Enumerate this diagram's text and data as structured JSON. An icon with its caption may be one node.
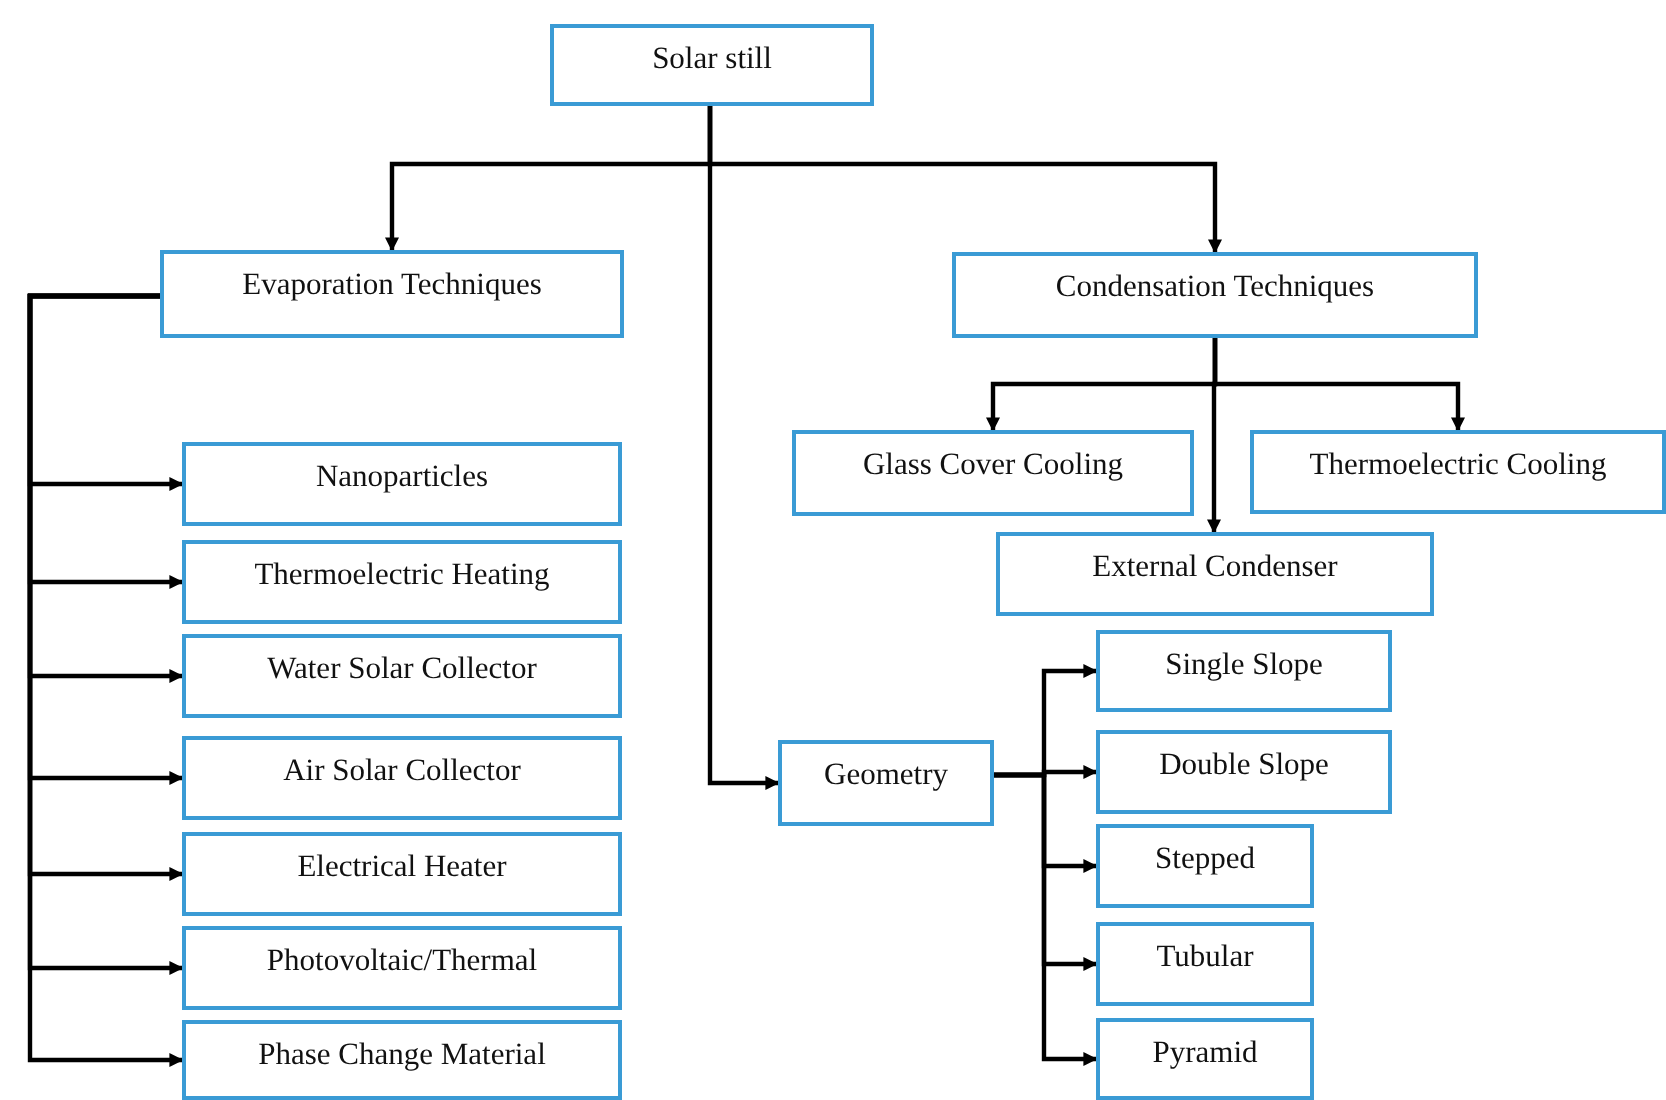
{
  "diagram": {
    "nodes": [
      {
        "text": [
          "Solar still"
        ]
      },
      {
        "text": [
          "Evaporation Techniques"
        ]
      },
      {
        "text": [
          "Condensation Techniques"
        ]
      },
      {
        "text": [
          "Glass Cover Cooling"
        ]
      },
      {
        "text": [
          "Thermoelectric Cooling"
        ]
      },
      {
        "text": [
          "External Condenser"
        ]
      },
      {
        "text": [
          "Nanoparticles"
        ]
      },
      {
        "text": [
          "Thermoelectric Heating"
        ]
      },
      {
        "text": [
          "Water Solar Collector"
        ]
      },
      {
        "text": [
          "Air Solar Collector"
        ]
      },
      {
        "text": [
          "Electrical Heater"
        ]
      },
      {
        "text": [
          "Photovoltaic/Thermal"
        ]
      },
      {
        "text": [
          "Phase Change Material"
        ]
      },
      {
        "text": [
          "Geometry"
        ]
      },
      {
        "text": [
          "Single Slope"
        ]
      },
      {
        "text": [
          "Double Slope"
        ]
      },
      {
        "text": [
          "Stepped"
        ]
      },
      {
        "text": [
          "Tubular"
        ]
      },
      {
        "text": [
          "Pyramid"
        ]
      }
    ],
    "edges": [
      {
        "from": 0,
        "to": 1,
        "arrow": "to"
      },
      {
        "from": 0,
        "to": 2,
        "arrow": "to"
      },
      {
        "from": 0,
        "to": 13,
        "arrow": "to"
      },
      {
        "from": 1,
        "to": 6,
        "arrow": "to"
      },
      {
        "from": 1,
        "to": 7,
        "arrow": "to"
      },
      {
        "from": 1,
        "to": 8,
        "arrow": "to"
      },
      {
        "from": 1,
        "to": 9,
        "arrow": "to"
      },
      {
        "from": 1,
        "to": 10,
        "arrow": "to"
      },
      {
        "from": 1,
        "to": 11,
        "arrow": "to"
      },
      {
        "from": 1,
        "to": 12,
        "arrow": "to"
      },
      {
        "from": 2,
        "to": 3,
        "arrow": "to"
      },
      {
        "from": 2,
        "to": 4,
        "arrow": "to"
      },
      {
        "from": 2,
        "to": 5,
        "arrow": "to"
      },
      {
        "from": 13,
        "to": 14,
        "arrow": "to"
      },
      {
        "from": 13,
        "to": 15,
        "arrow": "to"
      },
      {
        "from": 13,
        "to": 16,
        "arrow": "to"
      },
      {
        "from": 13,
        "to": 17,
        "arrow": "to"
      },
      {
        "from": 13,
        "to": 18,
        "arrow": "to"
      }
    ]
  }
}
